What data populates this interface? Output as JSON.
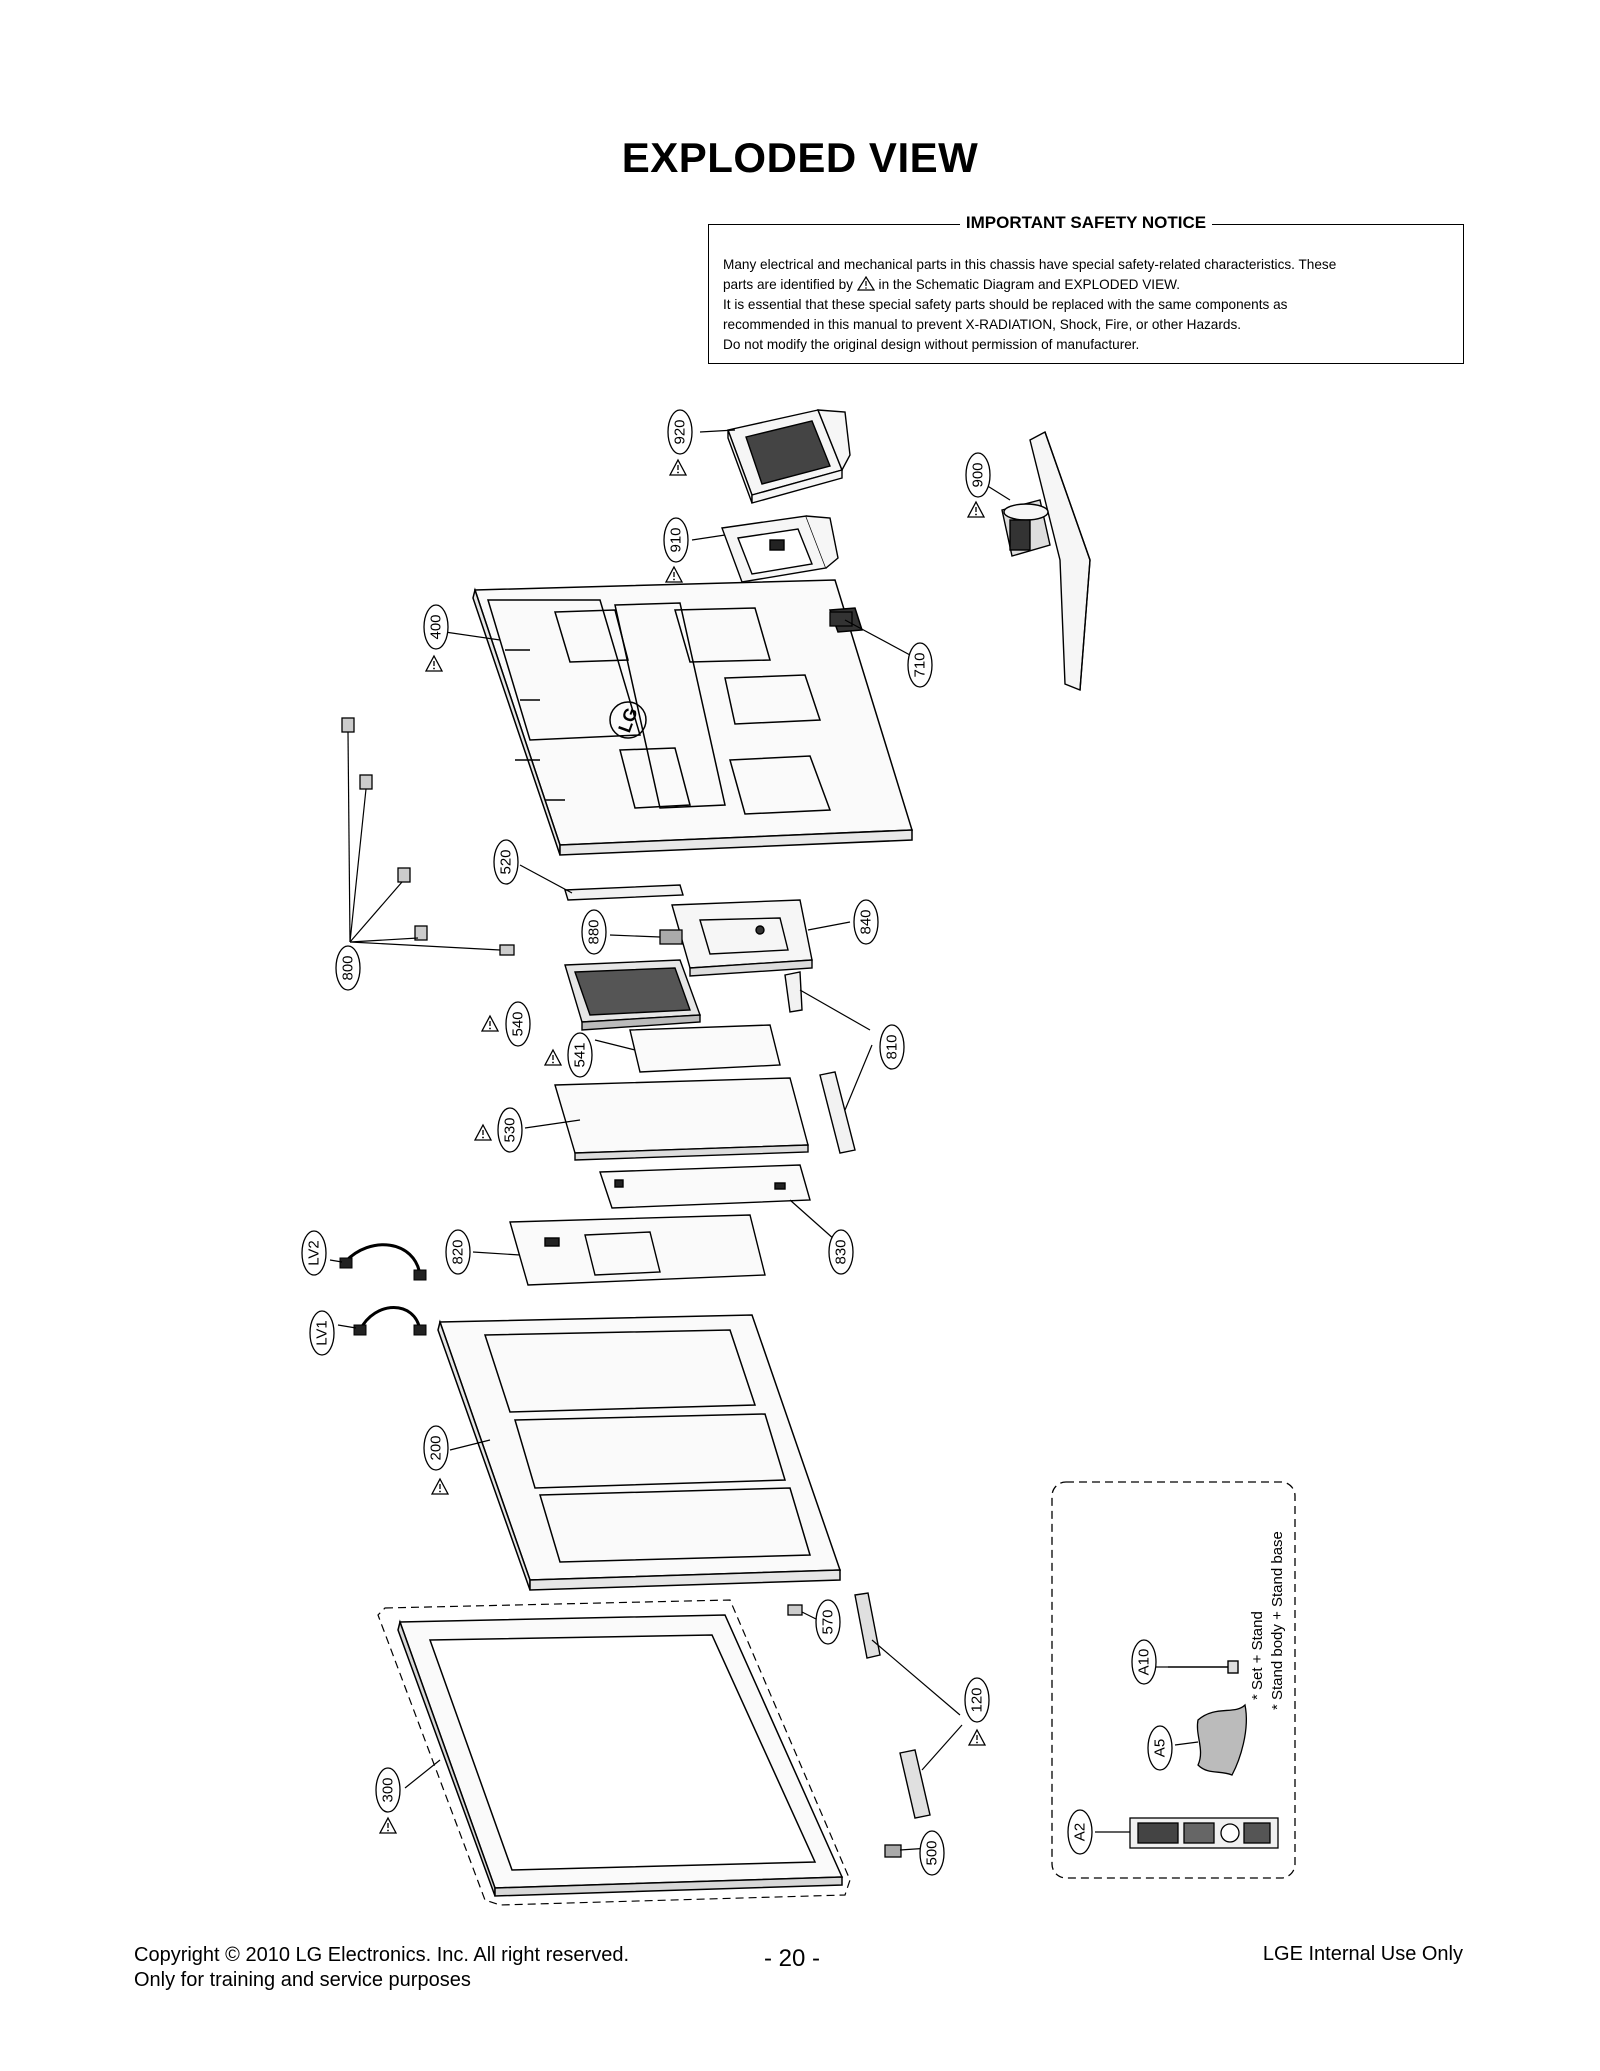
{
  "title": "EXPLODED VIEW",
  "notice": {
    "heading": "IMPORTANT SAFETY NOTICE",
    "line1": "Many electrical and mechanical parts in this chassis have special safety-related characteristics. These",
    "line2a": "parts are identified by",
    "line2b": "in the Schematic Diagram and EXPLODED VIEW.",
    "line3": "It is essential that these special safety parts should be replaced with the same components as",
    "line4": "recommended in this manual to prevent X-RADIATION, Shock, Fire, or other Hazards.",
    "line5": "Do not modify the original design without permission of manufacturer."
  },
  "callouts": {
    "p920": "920",
    "p910": "910",
    "p900": "900",
    "p400": "400",
    "p710": "710",
    "p520": "520",
    "p880": "880",
    "p840": "840",
    "p800": "800",
    "p540": "540",
    "p541": "541",
    "p810": "810",
    "p530": "530",
    "p830": "830",
    "p820": "820",
    "pLV2": "LV2",
    "pLV1": "LV1",
    "p200": "200",
    "p570": "570",
    "p120": "120",
    "p300": "300",
    "p500": "500",
    "pA10": "A10",
    "pA5": "A5",
    "pA2": "A2"
  },
  "accessory_notes": {
    "set_stand": "* Set + Stand",
    "stand_body": "* Stand body + Stand base"
  },
  "logo_text": "LG",
  "footer": {
    "copyright_a": "Copyright",
    "copyright_b": "2010",
    "copyright_c": "LG Electronics. Inc. All right reserved.",
    "training": "Only for training and service purposes",
    "page": "- 20 -",
    "internal": "LGE Internal Use Only"
  },
  "colors": {
    "line": "#000000",
    "paper": "#ffffff",
    "part_fill": "#f2f2f2",
    "dark_fill": "#333333"
  }
}
